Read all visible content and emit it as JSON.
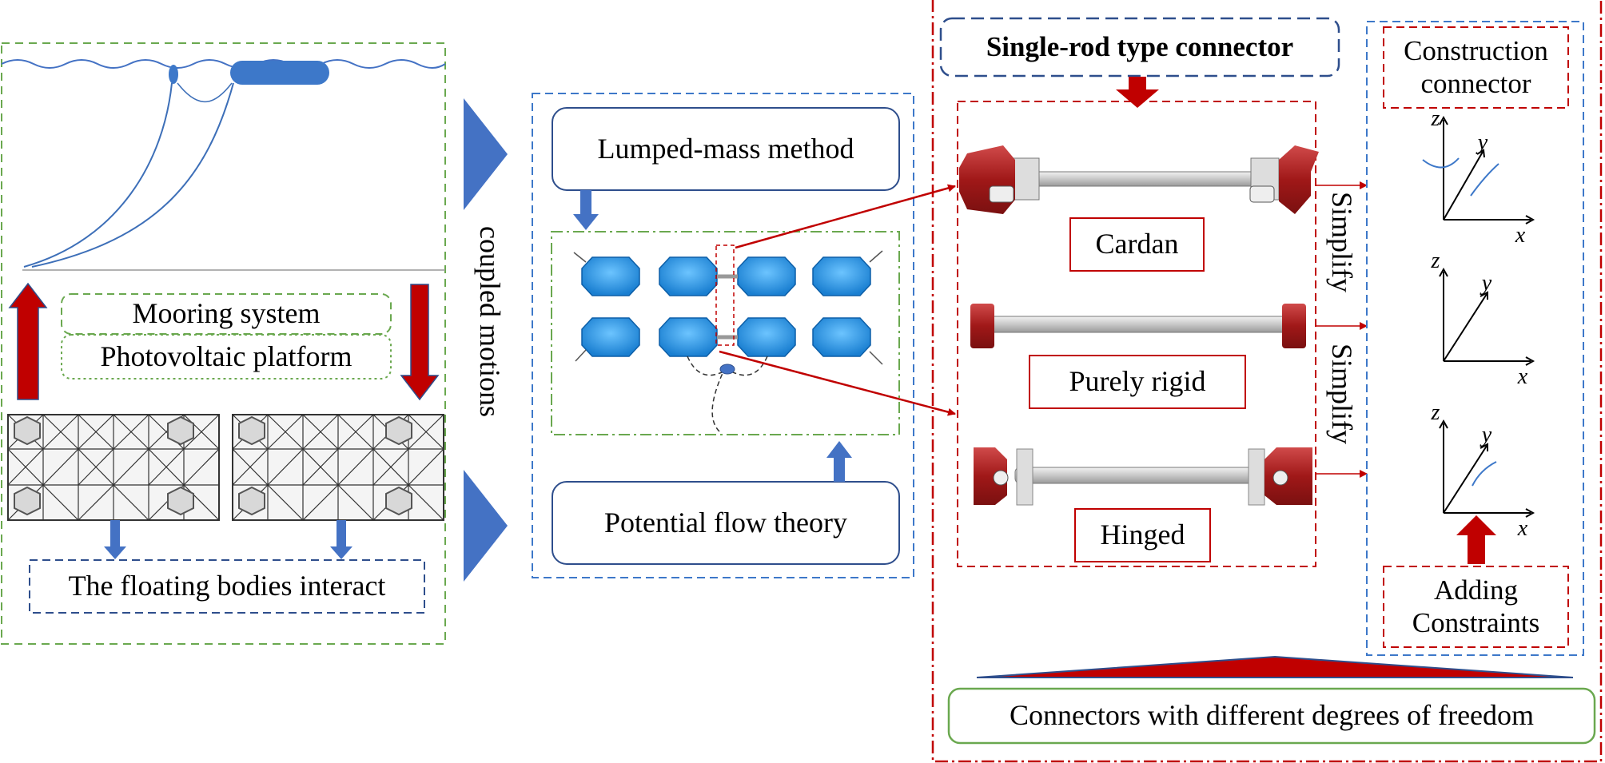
{
  "left_panel": {
    "mooring_label": "Mooring system",
    "platform_label": "Photovoltaic platform",
    "interact_label": "The floating bodies interact"
  },
  "coupled_label": "coupled motions",
  "middle_panel": {
    "lumped_label": "Lumped-mass method",
    "potential_label": "Potential flow theory"
  },
  "right_panel": {
    "title": "Single-rod type connector",
    "cardan_label": "Cardan",
    "rigid_label": "Purely rigid",
    "hinged_label": "Hinged",
    "simplify_1": "Simplify",
    "simplify_2": "Simplify",
    "construction_label": "Construction\nconnector",
    "adding_label": "Adding\nConstraints",
    "dof_label": "Connectors with different degrees of freedom",
    "axis_x": "x",
    "axis_y": "y",
    "axis_z": "z"
  },
  "colors": {
    "green_dash": "#6aa84f",
    "blue_dash": "#3d78c9",
    "red_dash": "#c00000",
    "navy_dash": "#2e4e8c",
    "arrow_blue": "#4472c4",
    "arrow_red": "#c00000",
    "body_blue": "#2f9de8",
    "connector_red": "#b22222"
  }
}
